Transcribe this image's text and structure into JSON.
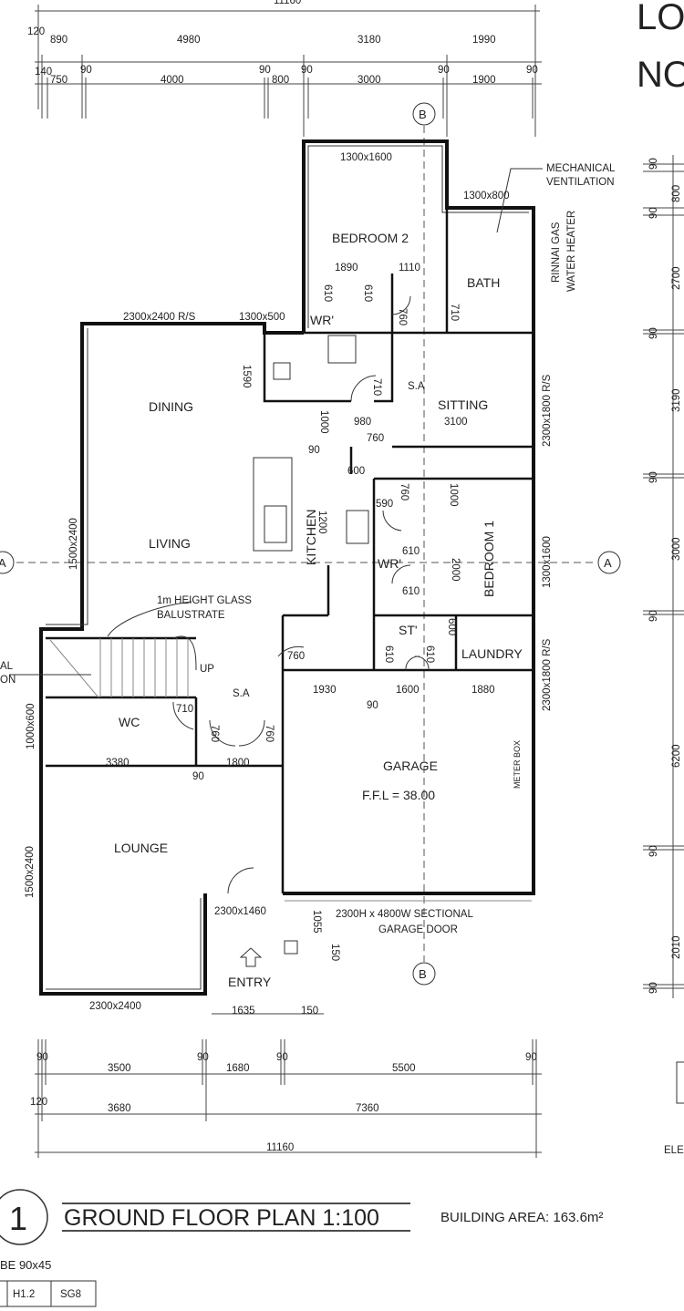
{
  "header": {
    "partial_title_line1": "LO",
    "partial_title_line2": "NO"
  },
  "dimensions": {
    "top_overall": "11160",
    "top_row1": [
      "120",
      "890",
      "4980",
      "3180",
      "1990"
    ],
    "top_row2": [
      "140",
      "750",
      "90",
      "4000",
      "90",
      "800",
      "90",
      "3000",
      "90",
      "1900",
      "90"
    ],
    "bottom_row1": [
      "90",
      "3500",
      "90",
      "1680",
      "90",
      "5500",
      "90"
    ],
    "bottom_row2": [
      "120",
      "3680",
      "7360"
    ],
    "bottom_overall": "11160",
    "right": [
      "90",
      "800",
      "90",
      "2700",
      "90",
      "3190",
      "90",
      "3000",
      "90",
      "6200",
      "90",
      "2010",
      "90"
    ]
  },
  "section_markers": {
    "b": "B",
    "a": "A"
  },
  "rooms": {
    "bedroom2": "BEDROOM 2",
    "bath": "BATH",
    "wr1": "WR'",
    "dining": "DINING",
    "sitting": "SITTING",
    "living": "LIVING",
    "kitchen": "KITCHEN",
    "bedroom1": "BEDROOM 1",
    "wr2": "WR'",
    "store": "ST'",
    "laundry": "LAUNDRY",
    "wc": "WC",
    "garage": "GARAGE",
    "lounge": "LOUNGE",
    "entry": "ENTRY"
  },
  "annotations": {
    "bed2_window": "1300x1600",
    "mech_vent_1": "MECHANICAL",
    "mech_vent_2": "VENTILATION",
    "bath_window": "1300x800",
    "heater_1": "RINNAI GAS",
    "heater_2": "WATER HEATER",
    "d1890": "1890",
    "d1110": "1110",
    "d610a": "610",
    "d610b": "610",
    "d760a": "760",
    "d710a": "710",
    "dining_door": "2300x2400 R/S",
    "kitchen_window": "1300x500",
    "d1590": "1590",
    "d710b": "710",
    "sa1": "S.A",
    "d980": "980",
    "d3100": "3100",
    "d760b": "760",
    "sitting_door": "2300x1800 R/S",
    "d1000a": "1000",
    "d90a": "90",
    "d600a": "600",
    "d590": "590",
    "d760c": "760",
    "d1000b": "1000",
    "bed1_window": "1300x1600",
    "d1200": "1200",
    "living_window": "1500x2400",
    "d610c": "610",
    "d610d": "610",
    "d2000": "2000",
    "balustrade_1": "1m HEIGHT GLASS",
    "balustrade_2": "BALUSTRATE",
    "d600b": "600",
    "d610e": "610",
    "d610f": "610",
    "garage_side_door": "2300x1800 R/S",
    "up": "UP",
    "d760d": "760",
    "sa2": "S.A",
    "d1930": "1930",
    "d1600": "1600",
    "d1880": "1880",
    "d90b": "90",
    "d710c": "710",
    "d760e": "760",
    "d760f": "760",
    "wc_window": "1000x600",
    "partial_1": "AL",
    "partial_2": "ON",
    "d3380": "3380",
    "d1800": "1800",
    "d90c": "90",
    "ffl": "F.F.L = 38.00",
    "meter_box": "METER BOX",
    "lounge_window_side": "1500x2400",
    "entry_door": "2300x1460",
    "garage_door_1": "2300H x 4800W SECTIONAL",
    "garage_door_2": "GARAGE DOOR",
    "d1055": "1055",
    "d150a": "150",
    "lounge_window_front": "2300x2400",
    "d1635": "1635",
    "d150b": "150"
  },
  "footer": {
    "plan_number": "1",
    "plan_title": "GROUND FLOOR PLAN  1:100",
    "building_area": "BUILDING AREA: 163.6m²",
    "note": "BE 90x45",
    "table_cells": [
      "H1.2",
      "SG8"
    ],
    "partial_label": "ELE"
  }
}
